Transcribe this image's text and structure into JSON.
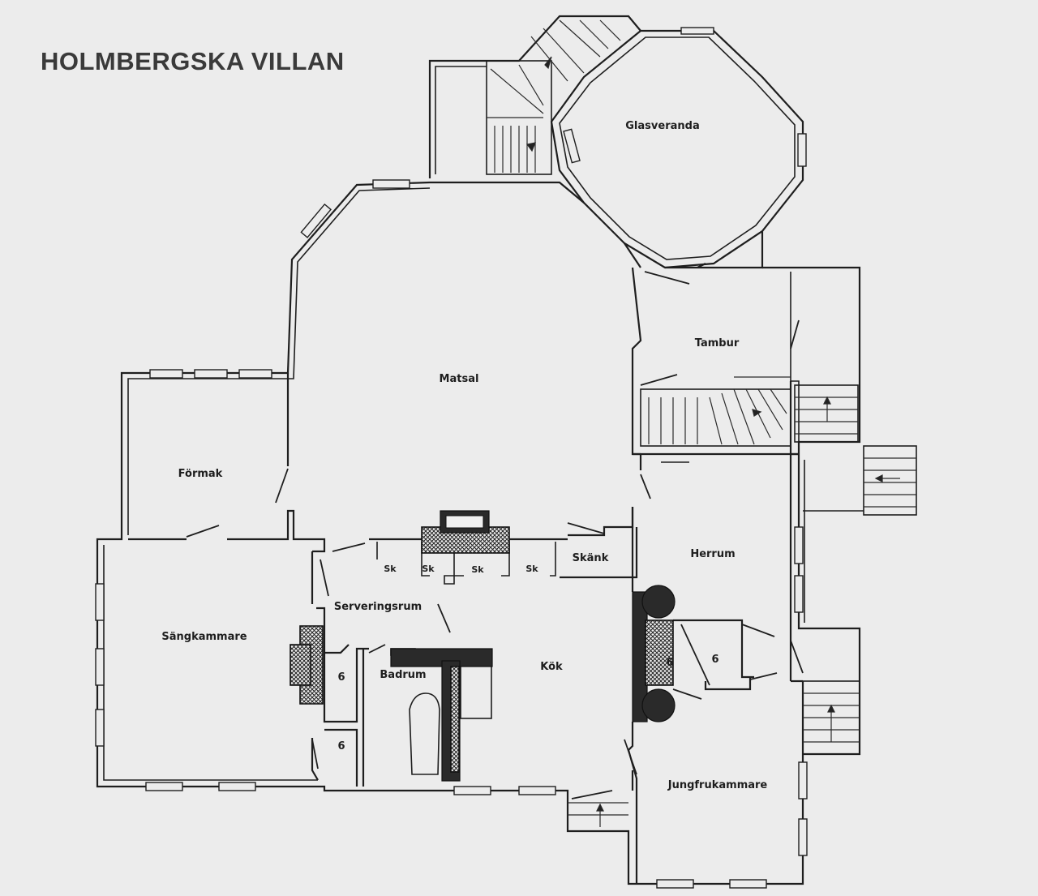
{
  "title": "HOLMBERGSKA VILLAN",
  "rooms": {
    "glasveranda": "Glasveranda",
    "matsal": "Matsal",
    "tambur": "Tambur",
    "formak": "Förmak",
    "herrum": "Herrum",
    "sangkammare": "Sängkammare",
    "serveringsrum": "Serveringsrum",
    "kok": "Kök",
    "badrum": "Badrum",
    "jungfrukammare": "Jungfrukammare",
    "skank": "Skänk",
    "sk1": "Sk",
    "sk2": "Sk",
    "sk3": "Sk",
    "sk4": "Sk",
    "closet1": "6",
    "closet2": "6",
    "closet3": "6",
    "closet4": "6"
  }
}
